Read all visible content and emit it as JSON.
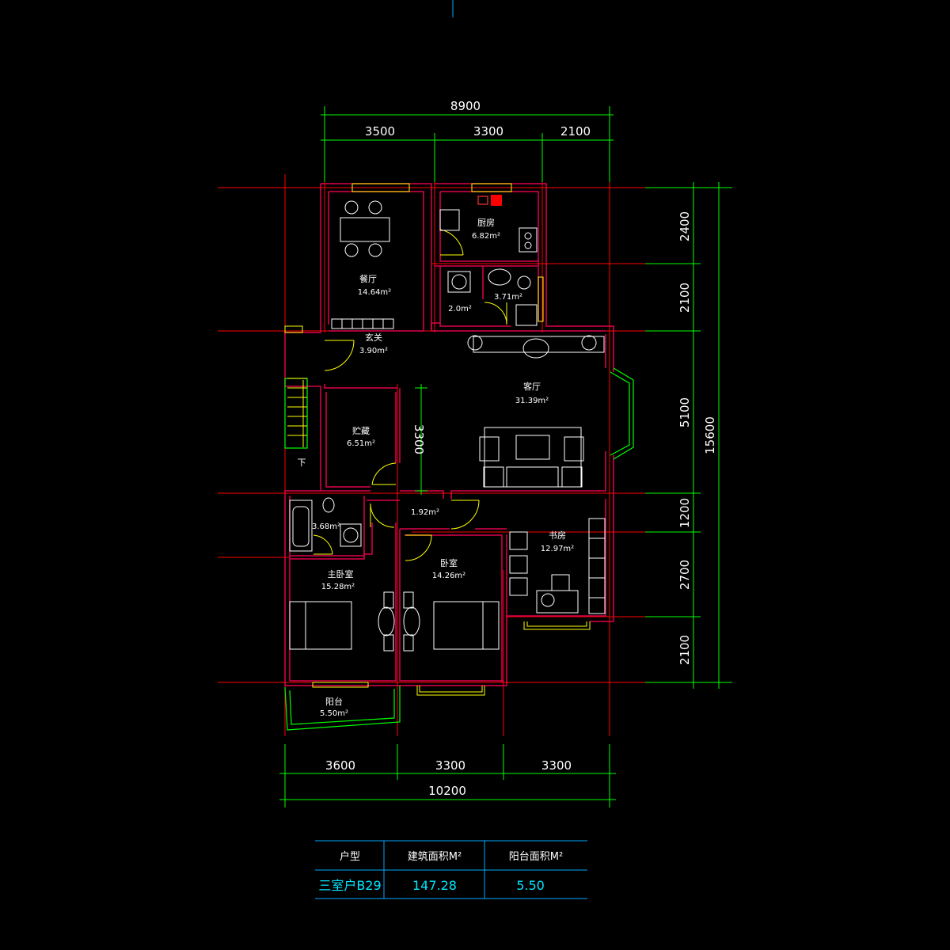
{
  "top_dims": {
    "total": "8900",
    "a": "3500",
    "b": "3300",
    "c": "2100"
  },
  "bottom_dims": {
    "a": "3600",
    "b": "3300",
    "c": "3300",
    "total": "10200"
  },
  "right_dims": {
    "a": "2400",
    "b": "2100",
    "c": "5100",
    "d": "1200",
    "e": "2700",
    "f": "2100",
    "total": "15600"
  },
  "inner_dim": "3300",
  "stair_label": "下",
  "rooms": {
    "dining": {
      "name": "餐厅",
      "area": "14.64m²"
    },
    "kitchen": {
      "name": "厨房",
      "area": "6.82m²"
    },
    "laundry": {
      "area": "2.0m²"
    },
    "bath_top": {
      "area": "3.71m²"
    },
    "foyer": {
      "name": "玄关",
      "area": "3.90m²"
    },
    "living": {
      "name": "客厅",
      "area": "31.39m²"
    },
    "storage": {
      "name": "贮藏",
      "area": "6.51m²"
    },
    "hall": {
      "area": "1.92m²"
    },
    "bath_master": {
      "area": "3.68m²"
    },
    "study": {
      "name": "书房",
      "area": "12.97m²"
    },
    "master": {
      "name": "主卧室",
      "area": "15.28m²"
    },
    "bedroom": {
      "name": "卧室",
      "area": "14.26m²"
    },
    "balcony": {
      "name": "阳台",
      "area": "5.50m²"
    }
  },
  "table": {
    "headers": [
      "户型",
      "建筑面积M²",
      "阳台面积M²"
    ],
    "row": [
      "三室户B29",
      "147.28",
      "5.50"
    ]
  },
  "colors": {
    "wall": "#e0004a",
    "axis": "#ff0000",
    "dimension": "#00ff00",
    "window": "#ffff00",
    "furniture": "#ffffff",
    "table_border": "#00aaff",
    "table_value": "#00e5ff"
  }
}
